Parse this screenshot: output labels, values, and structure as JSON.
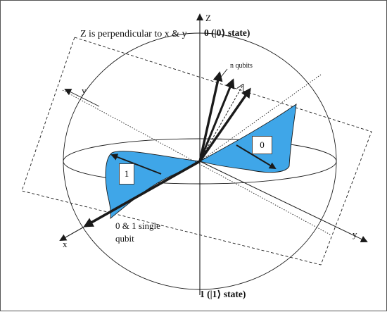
{
  "labels": {
    "z_axis": "Z",
    "y_axis_left": "y",
    "y_axis_right": "y",
    "x_axis": "x",
    "title_note": "Z is perpendicular to x & y",
    "top_state": "0 (|0⟩ state)",
    "bottom_state": "1 (|1⟩ state)",
    "n_qubits": "n qubits",
    "single_qubit_line1": "0 & 1 single",
    "single_qubit_line2": "qubit",
    "box_one": "1",
    "box_zero": "0"
  },
  "colors": {
    "lobe_fill": "#3fa6e8",
    "lobe_stroke": "#1a1a1a",
    "line": "#1a1a1a"
  }
}
